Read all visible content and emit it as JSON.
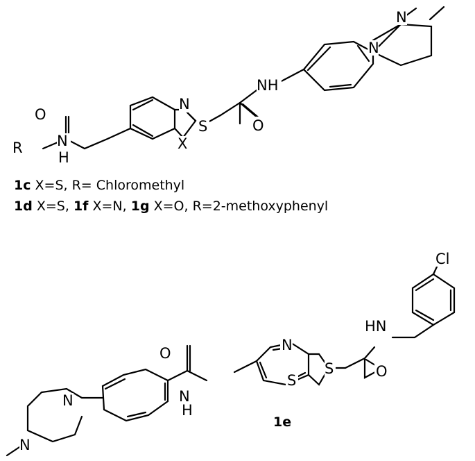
{
  "atoms": {
    "N": "N",
    "NH": "NH",
    "HN": "HN",
    "H": "H",
    "O": "O",
    "S": "S",
    "X": "X",
    "R": "R",
    "Cl": "Cl"
  },
  "caption1": {
    "c1": "1c",
    "t1": " X=S, R= Chloromethyl"
  },
  "caption2": {
    "d": "1d",
    "td": " X=S, ",
    "f": "1f",
    "tf": " X=N, ",
    "g": "1g",
    "tg": " X=O, R=2-methoxyphenyl"
  },
  "label_1e": "1e"
}
